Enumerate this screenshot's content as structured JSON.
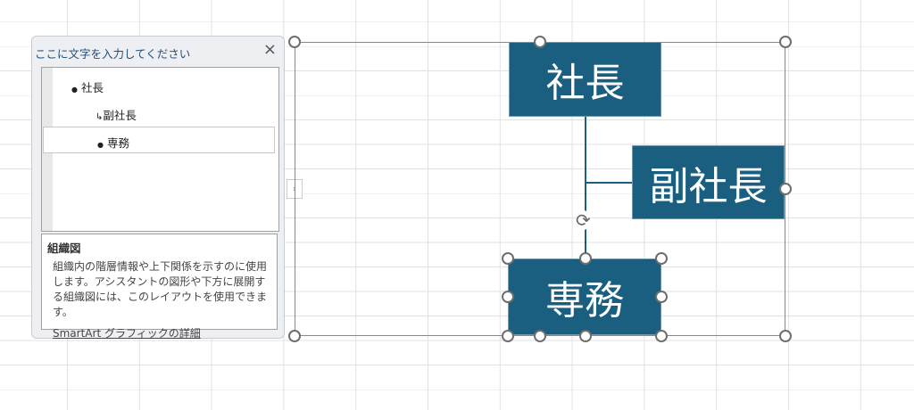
{
  "text_pane": {
    "title": "ここに文字を入力してください",
    "close": "×",
    "items": [
      {
        "bullet": "●",
        "label": "社長"
      },
      {
        "bullet": "↳",
        "label": "副社長"
      },
      {
        "bullet": "●",
        "label": "専務"
      }
    ]
  },
  "description": {
    "heading": "組織図",
    "body": "組織内の階層情報や上下関係を示すのに使用します。アシスタントの図形や下方に展開する組織図には、このレイアウトを使用できます。",
    "link": "SmartArt グラフィックの詳細"
  },
  "collapse": "›",
  "chart": {
    "boxes": [
      "社長",
      "副社長",
      "専務"
    ],
    "fill": "#1a5f80"
  },
  "rotate_icon": "⟳"
}
